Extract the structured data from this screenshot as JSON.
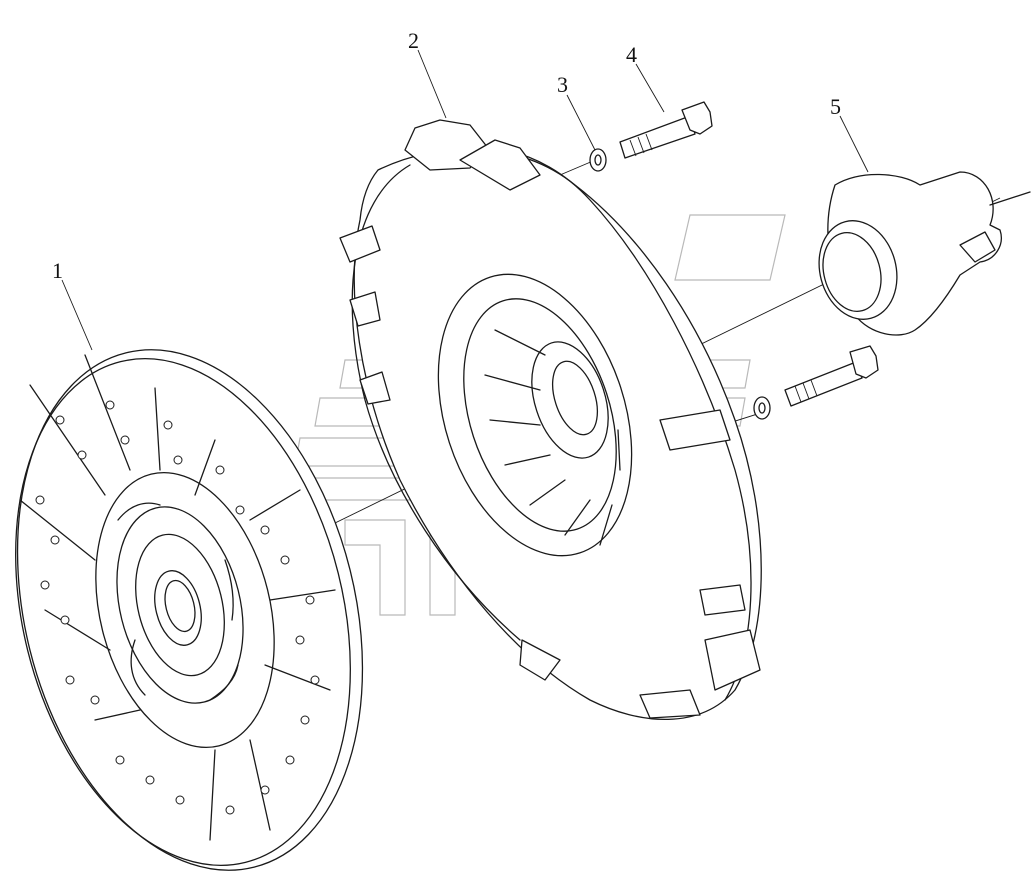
{
  "callouts": [
    {
      "id": "1",
      "label": "1",
      "part": "clutch-disc"
    },
    {
      "id": "2",
      "label": "2",
      "part": "pressure-plate-cover"
    },
    {
      "id": "3",
      "label": "3",
      "part": "washer"
    },
    {
      "id": "4",
      "label": "4",
      "part": "bolt"
    },
    {
      "id": "5",
      "label": "5",
      "part": "release-bearing"
    }
  ],
  "colors": {
    "line": "#1a1a1a",
    "watermark": "#b9b9b9",
    "background": "#ffffff"
  }
}
